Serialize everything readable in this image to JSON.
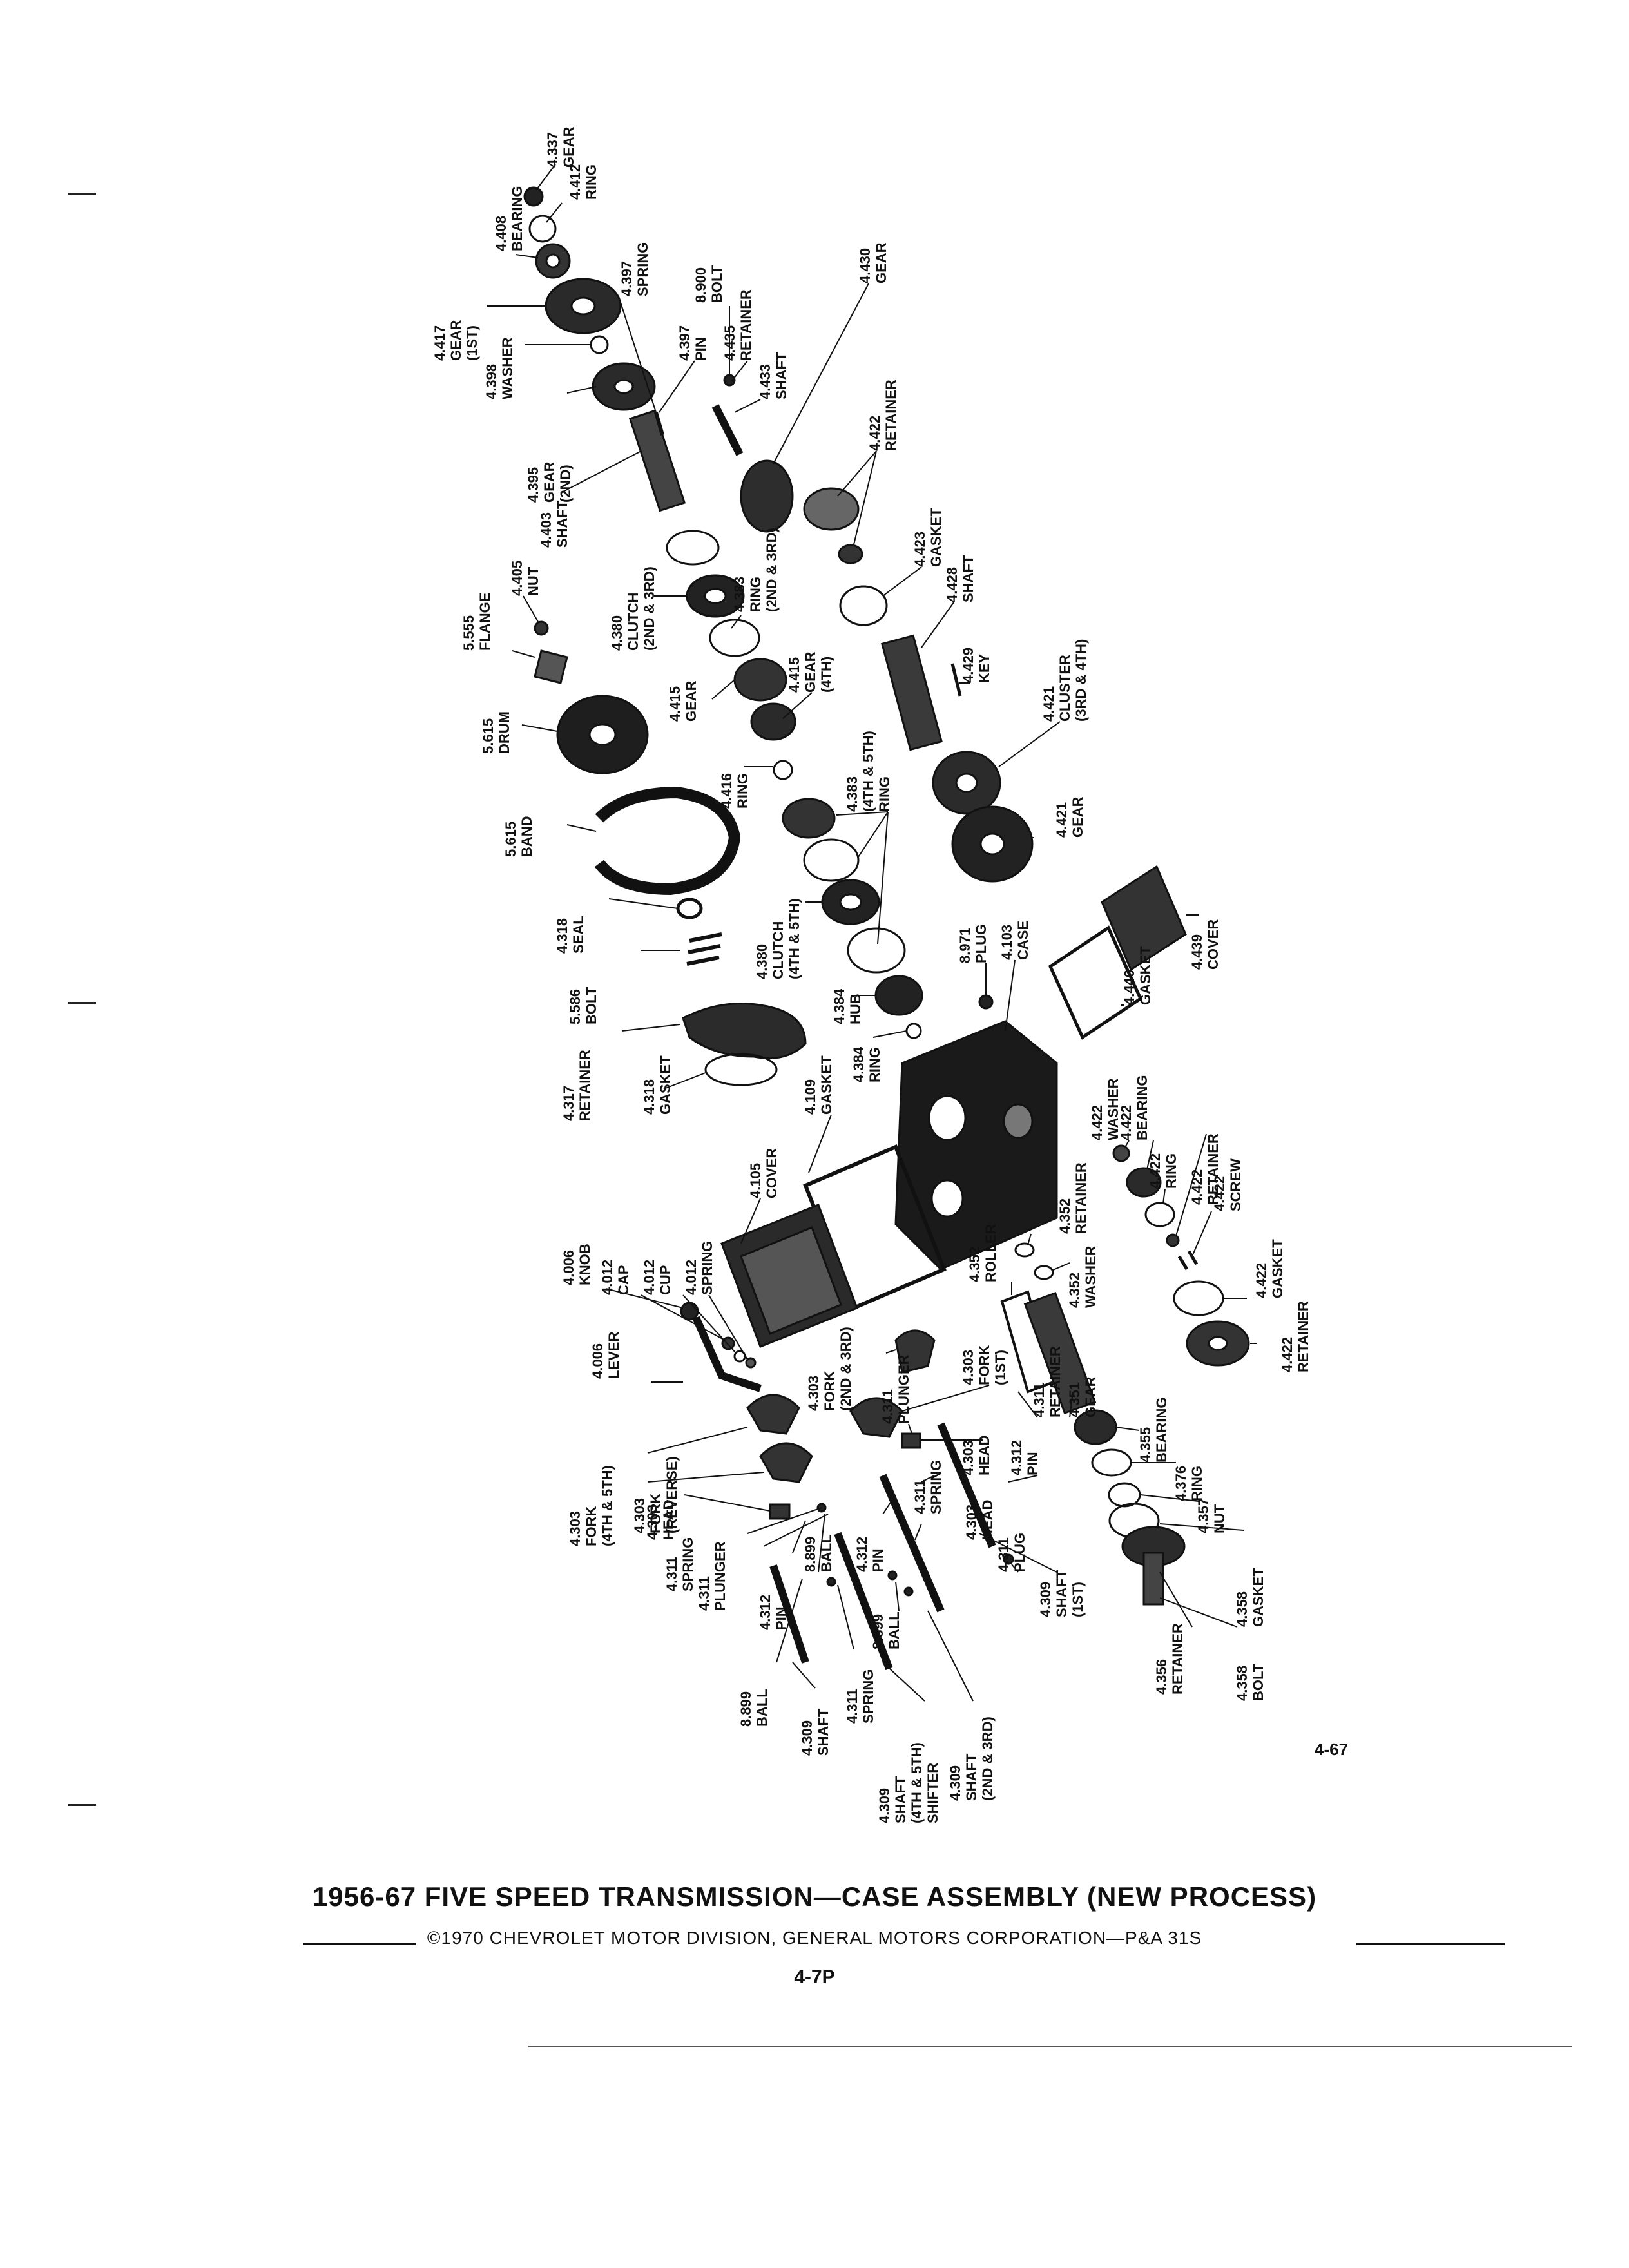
{
  "document": {
    "title": "1956-67 FIVE SPEED TRANSMISSION—CASE ASSEMBLY (NEW PROCESS)",
    "copyright": "©1970 CHEVROLET MOTOR DIVISION, GENERAL MOTORS CORPORATION—P&A 31S",
    "page_number": "4-7P",
    "figure_number": "4-67"
  },
  "callouts": [
    {
      "id": "c1",
      "lines": [
        "4.337",
        "GEAR"
      ]
    },
    {
      "id": "c2",
      "lines": [
        "4.412",
        "RING"
      ]
    },
    {
      "id": "c3",
      "lines": [
        "4.408",
        "BEARING"
      ]
    },
    {
      "id": "c4",
      "lines": [
        "4.417",
        "GEAR",
        "(1ST)"
      ]
    },
    {
      "id": "c5",
      "lines": [
        "4.397",
        "SPRING"
      ]
    },
    {
      "id": "c6",
      "lines": [
        "8.900",
        "BOLT"
      ]
    },
    {
      "id": "c7",
      "lines": [
        "4.430",
        "GEAR"
      ]
    },
    {
      "id": "c8",
      "lines": [
        "4.398",
        "WASHER"
      ]
    },
    {
      "id": "c9",
      "lines": [
        "4.397",
        "PIN"
      ]
    },
    {
      "id": "c10",
      "lines": [
        "4.435",
        "RETAINER"
      ]
    },
    {
      "id": "c11",
      "lines": [
        "4.433",
        "SHAFT"
      ]
    },
    {
      "id": "c12",
      "lines": [
        "4.395",
        "GEAR",
        "(2ND)"
      ]
    },
    {
      "id": "c13",
      "lines": [
        "4.422",
        "RETAINER"
      ]
    },
    {
      "id": "c14",
      "lines": [
        "4.403",
        "SHAFT"
      ]
    },
    {
      "id": "c15",
      "lines": [
        "4.380",
        "CLUTCH",
        "(2ND & 3RD)"
      ]
    },
    {
      "id": "c16",
      "lines": [
        "4.383",
        "RING",
        "(2ND & 3RD)"
      ]
    },
    {
      "id": "c17",
      "lines": [
        "4.423",
        "GASKET"
      ]
    },
    {
      "id": "c18",
      "lines": [
        "4.428",
        "SHAFT"
      ]
    },
    {
      "id": "c19",
      "lines": [
        "4.405",
        "NUT"
      ]
    },
    {
      "id": "c20",
      "lines": [
        "5.555",
        "FLANGE"
      ]
    },
    {
      "id": "c21",
      "lines": [
        "4.415",
        "GEAR",
        "(4TH)"
      ]
    },
    {
      "id": "c22",
      "lines": [
        "4.429",
        "KEY"
      ]
    },
    {
      "id": "c23",
      "lines": [
        "4.421",
        "CLUSTER",
        "(3RD & 4TH)"
      ]
    },
    {
      "id": "c24",
      "lines": [
        "5.615",
        "DRUM"
      ]
    },
    {
      "id": "c25",
      "lines": [
        "4.415",
        "GEAR"
      ]
    },
    {
      "id": "c26",
      "lines": [
        "4.416",
        "RING"
      ]
    },
    {
      "id": "c27",
      "lines": [
        "4.383",
        "(4TH & 5TH)",
        "RING"
      ]
    },
    {
      "id": "c28",
      "lines": [
        "5.615",
        "BAND"
      ]
    },
    {
      "id": "c29",
      "lines": [
        "4.421",
        "GEAR"
      ]
    },
    {
      "id": "c30",
      "lines": [
        "4.380",
        "CLUTCH",
        "(4TH & 5TH)"
      ]
    },
    {
      "id": "c31",
      "lines": [
        "8.971",
        "PLUG"
      ]
    },
    {
      "id": "c32",
      "lines": [
        "4.103",
        "CASE"
      ]
    },
    {
      "id": "c33",
      "lines": [
        "4.439",
        "COVER"
      ]
    },
    {
      "id": "c34",
      "lines": [
        "4.318",
        "SEAL"
      ]
    },
    {
      "id": "c35",
      "lines": [
        "5.586",
        "BOLT"
      ]
    },
    {
      "id": "c36",
      "lines": [
        "4.384",
        "HUB"
      ]
    },
    {
      "id": "c37",
      "lines": [
        "4.440",
        "GASKET"
      ]
    },
    {
      "id": "c38",
      "lines": [
        "4.384",
        "RING"
      ]
    },
    {
      "id": "c39",
      "lines": [
        "4.317",
        "RETAINER"
      ]
    },
    {
      "id": "c40",
      "lines": [
        "4.318",
        "GASKET"
      ]
    },
    {
      "id": "c41",
      "lines": [
        "4.109",
        "GASKET"
      ]
    },
    {
      "id": "c42",
      "lines": [
        "4.422",
        "WASHER"
      ]
    },
    {
      "id": "c43",
      "lines": [
        "4.422",
        "BEARING"
      ]
    },
    {
      "id": "c44",
      "lines": [
        "4.422",
        "RING"
      ]
    },
    {
      "id": "c45",
      "lines": [
        "4.422",
        "RETAINER"
      ]
    },
    {
      "id": "c46",
      "lines": [
        "4.422",
        "SCREW"
      ]
    },
    {
      "id": "c47",
      "lines": [
        "4.006",
        "KNOB"
      ]
    },
    {
      "id": "c48",
      "lines": [
        "4.012",
        "CAP"
      ]
    },
    {
      "id": "c49",
      "lines": [
        "4.012",
        "CUP"
      ]
    },
    {
      "id": "c50",
      "lines": [
        "4.012",
        "SPRING"
      ]
    },
    {
      "id": "c51",
      "lines": [
        "4.105",
        "COVER"
      ]
    },
    {
      "id": "c52",
      "lines": [
        "4.352",
        "RETAINER"
      ]
    },
    {
      "id": "c53",
      "lines": [
        "4.422",
        "GASKET"
      ]
    },
    {
      "id": "c54",
      "lines": [
        "4.352",
        "ROLLER"
      ]
    },
    {
      "id": "c55",
      "lines": [
        "4.352",
        "WASHER"
      ]
    },
    {
      "id": "c56",
      "lines": [
        "4.422",
        "RETAINER"
      ]
    },
    {
      "id": "c57",
      "lines": [
        "4.006",
        "LEVER"
      ]
    },
    {
      "id": "c58",
      "lines": [
        "4.303",
        "FORK",
        "(2ND & 3RD)"
      ]
    },
    {
      "id": "c59",
      "lines": [
        "4.311",
        "PLUNGER"
      ]
    },
    {
      "id": "c60",
      "lines": [
        "4.303",
        "FORK",
        "(1ST)"
      ]
    },
    {
      "id": "c61",
      "lines": [
        "4.311",
        "RETAINER"
      ]
    },
    {
      "id": "c62",
      "lines": [
        "4.351",
        "GEAR"
      ]
    },
    {
      "id": "c63",
      "lines": [
        "4.303",
        "FORK",
        "(4TH & 5TH)"
      ]
    },
    {
      "id": "c64",
      "lines": [
        "4.303",
        "FORK",
        "(REVERSE)"
      ]
    },
    {
      "id": "c65",
      "lines": [
        "4.303",
        "HEAD"
      ]
    },
    {
      "id": "c66",
      "lines": [
        "4.355",
        "BEARING"
      ]
    },
    {
      "id": "c67",
      "lines": [
        "4.376",
        "RING"
      ]
    },
    {
      "id": "c68",
      "lines": [
        "4.303",
        "HEAD"
      ]
    },
    {
      "id": "c69",
      "lines": [
        "4.311",
        "SPRING"
      ]
    },
    {
      "id": "c70",
      "lines": [
        "4.312",
        "PIN"
      ]
    },
    {
      "id": "c71",
      "lines": [
        "4.357",
        "NUT"
      ]
    },
    {
      "id": "c72",
      "lines": [
        "4.312",
        "PIN"
      ]
    },
    {
      "id": "c73",
      "lines": [
        "4.311",
        "SPRING"
      ]
    },
    {
      "id": "c74",
      "lines": [
        "4.311",
        "PLUNGER"
      ]
    },
    {
      "id": "c75",
      "lines": [
        "8.899",
        "BALL"
      ]
    },
    {
      "id": "c76",
      "lines": [
        "4.312",
        "PIN"
      ]
    },
    {
      "id": "c77",
      "lines": [
        "4.303",
        "HEAD"
      ]
    },
    {
      "id": "c78",
      "lines": [
        "4.311",
        "PLUG"
      ]
    },
    {
      "id": "c79",
      "lines": [
        "4.309",
        "SHAFT",
        "(1ST)"
      ]
    },
    {
      "id": "c80",
      "lines": [
        "4.358",
        "GASKET"
      ]
    },
    {
      "id": "c81",
      "lines": [
        "8.899",
        "BALL"
      ]
    },
    {
      "id": "c82",
      "lines": [
        "4.311",
        "SPRING"
      ]
    },
    {
      "id": "c83",
      "lines": [
        "8.899",
        "BALL"
      ]
    },
    {
      "id": "c84",
      "lines": [
        "4.356",
        "RETAINER"
      ]
    },
    {
      "id": "c85",
      "lines": [
        "4.358",
        "BOLT"
      ]
    },
    {
      "id": "c86",
      "lines": [
        "4.309",
        "SHAFT"
      ]
    },
    {
      "id": "c87",
      "lines": [
        "4.309",
        "SHAFT",
        "(4TH & 5TH)",
        "SHIFTER"
      ]
    },
    {
      "id": "c88",
      "lines": [
        "4.309",
        "SHAFT",
        "(2ND & 3RD)"
      ]
    }
  ]
}
